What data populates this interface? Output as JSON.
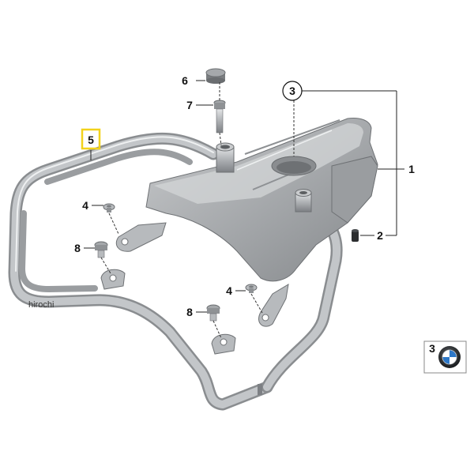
{
  "diagram": {
    "callouts": {
      "c1": "1",
      "c2": "2",
      "c3": "3",
      "c4a": "4",
      "c4b": "4",
      "c5": "5",
      "c6": "6",
      "c7": "7",
      "c8a": "8",
      "c8b": "8"
    },
    "watermark": "hirochi",
    "logo_box": {
      "number": "3"
    }
  },
  "colors": {
    "metal": "#b9bcbf",
    "metal_dark": "#7f8387",
    "highlight_box": "#f2d21b",
    "logo_blue": "#2d78c8"
  }
}
